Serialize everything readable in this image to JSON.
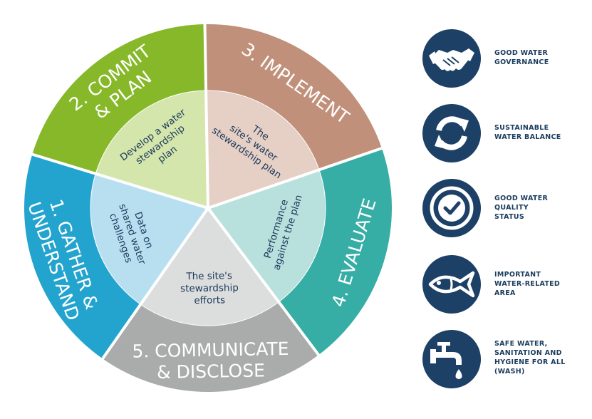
{
  "wheel": {
    "segments": [
      {
        "outer": [
          "1. GATHER &",
          "UNDERSTAND"
        ],
        "inner": [
          "Data on",
          "shared water",
          "challenges"
        ],
        "outer_color": "#23a4cf",
        "inner_color": "#b8dff0"
      },
      {
        "outer": [
          "2. COMMIT",
          "& PLAN"
        ],
        "inner": [
          "Develop a water",
          "stewardship",
          "plan"
        ],
        "outer_color": "#86b829",
        "inner_color": "#d4e6ac"
      },
      {
        "outer": [
          "3. IMPLEMENT"
        ],
        "inner": [
          "The",
          "site's water",
          "stewardship plan"
        ],
        "outer_color": "#c0907a",
        "inner_color": "#e6cfc4"
      },
      {
        "outer": [
          "4. EVALUATE"
        ],
        "inner": [
          "Performance",
          "against the plan"
        ],
        "outer_color": "#36ada5",
        "inner_color": "#b8e0dc"
      },
      {
        "outer": [
          "5. COMMUNICATE",
          "& DISCLOSE"
        ],
        "inner": [
          "The site's",
          "stewardship",
          "efforts"
        ],
        "outer_color": "#a9acab",
        "inner_color": "#dcdddd"
      }
    ]
  },
  "outcomes": [
    {
      "icon": "handshake-icon",
      "label": "GOOD WATER\nGOVERNANCE"
    },
    {
      "icon": "water-cycle-icon",
      "label": "SUSTAINABLE\nWATER BALANCE"
    },
    {
      "icon": "quality-check-icon",
      "label": "GOOD WATER\nQUALITY\nSTATUS"
    },
    {
      "icon": "fish-icon",
      "label": "IMPORTANT\nWATER-RELATED\nAREA"
    },
    {
      "icon": "water-tap-icon",
      "label": "SAFE WATER,\nSANITATION AND\nHYGIENE FOR ALL\n(WASH)"
    }
  ],
  "colors": {
    "icon_bg": "#1d4066",
    "label": "#1a3c5e"
  }
}
